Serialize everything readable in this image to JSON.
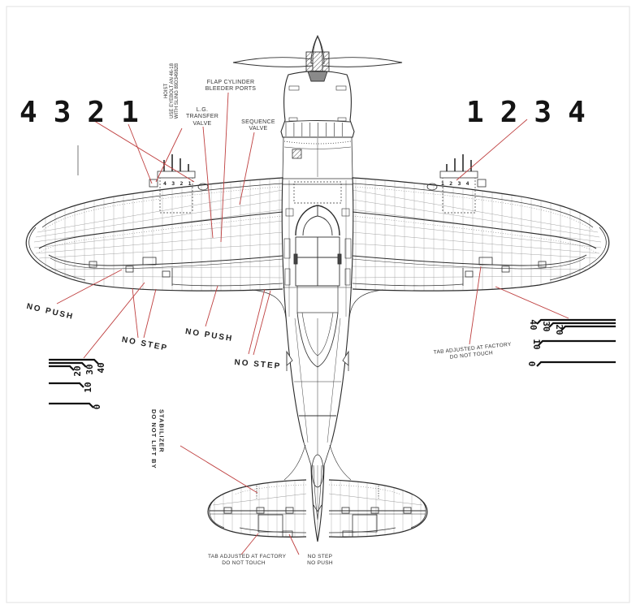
{
  "colors": {
    "leader_red": "#bf4040",
    "ink": "#2b2b2b"
  },
  "stencil_left": [
    "4",
    "3",
    "2",
    "1"
  ],
  "stencil_right": [
    "1",
    "2",
    "3",
    "4"
  ],
  "wing_numbers_left": "4 3 2 1",
  "wing_numbers_right": "1 2 3 4",
  "callouts": {
    "hoist": {
      "l1": "HOIST",
      "l2": "USE EYEBOLT AN 46-18",
      "l3": "WITH SLING 89D34982B"
    },
    "flap_bleeder": {
      "l1": "FLAP CYLINDER",
      "l2": "BLEEDER PORTS"
    },
    "lg_valve": {
      "l1": "L.G.",
      "l2": "TRANSFER",
      "l3": "VALVE"
    },
    "sequence_valve": {
      "l1": "SEQUENCE",
      "l2": "VALVE"
    },
    "no_push_left": "NO PUSH",
    "no_step_left": "NO STEP",
    "no_push_center": "NO PUSH",
    "no_step_center": "NO STEP",
    "tab_right": {
      "l1": "TAB ADJUSTED AT FACTORY",
      "l2": "DO NOT TOUCH"
    },
    "stabilizer": {
      "l1": "DO NOT LIFT BY",
      "l2": "STABILIZER"
    },
    "tab_bottom": {
      "l1": "TAB ADJUSTED AT FACTORY",
      "l2": "DO NOT TOUCH"
    },
    "steps_bottom": {
      "l1": "NO STEP",
      "l2": "NO PUSH"
    }
  },
  "flap_scale_left": {
    "a": "20",
    "b": "30",
    "c": "40",
    "d": "10",
    "e": "0"
  },
  "flap_scale_right": {
    "a": "40",
    "b": "30",
    "c": "20",
    "d": "10",
    "e": "0"
  }
}
